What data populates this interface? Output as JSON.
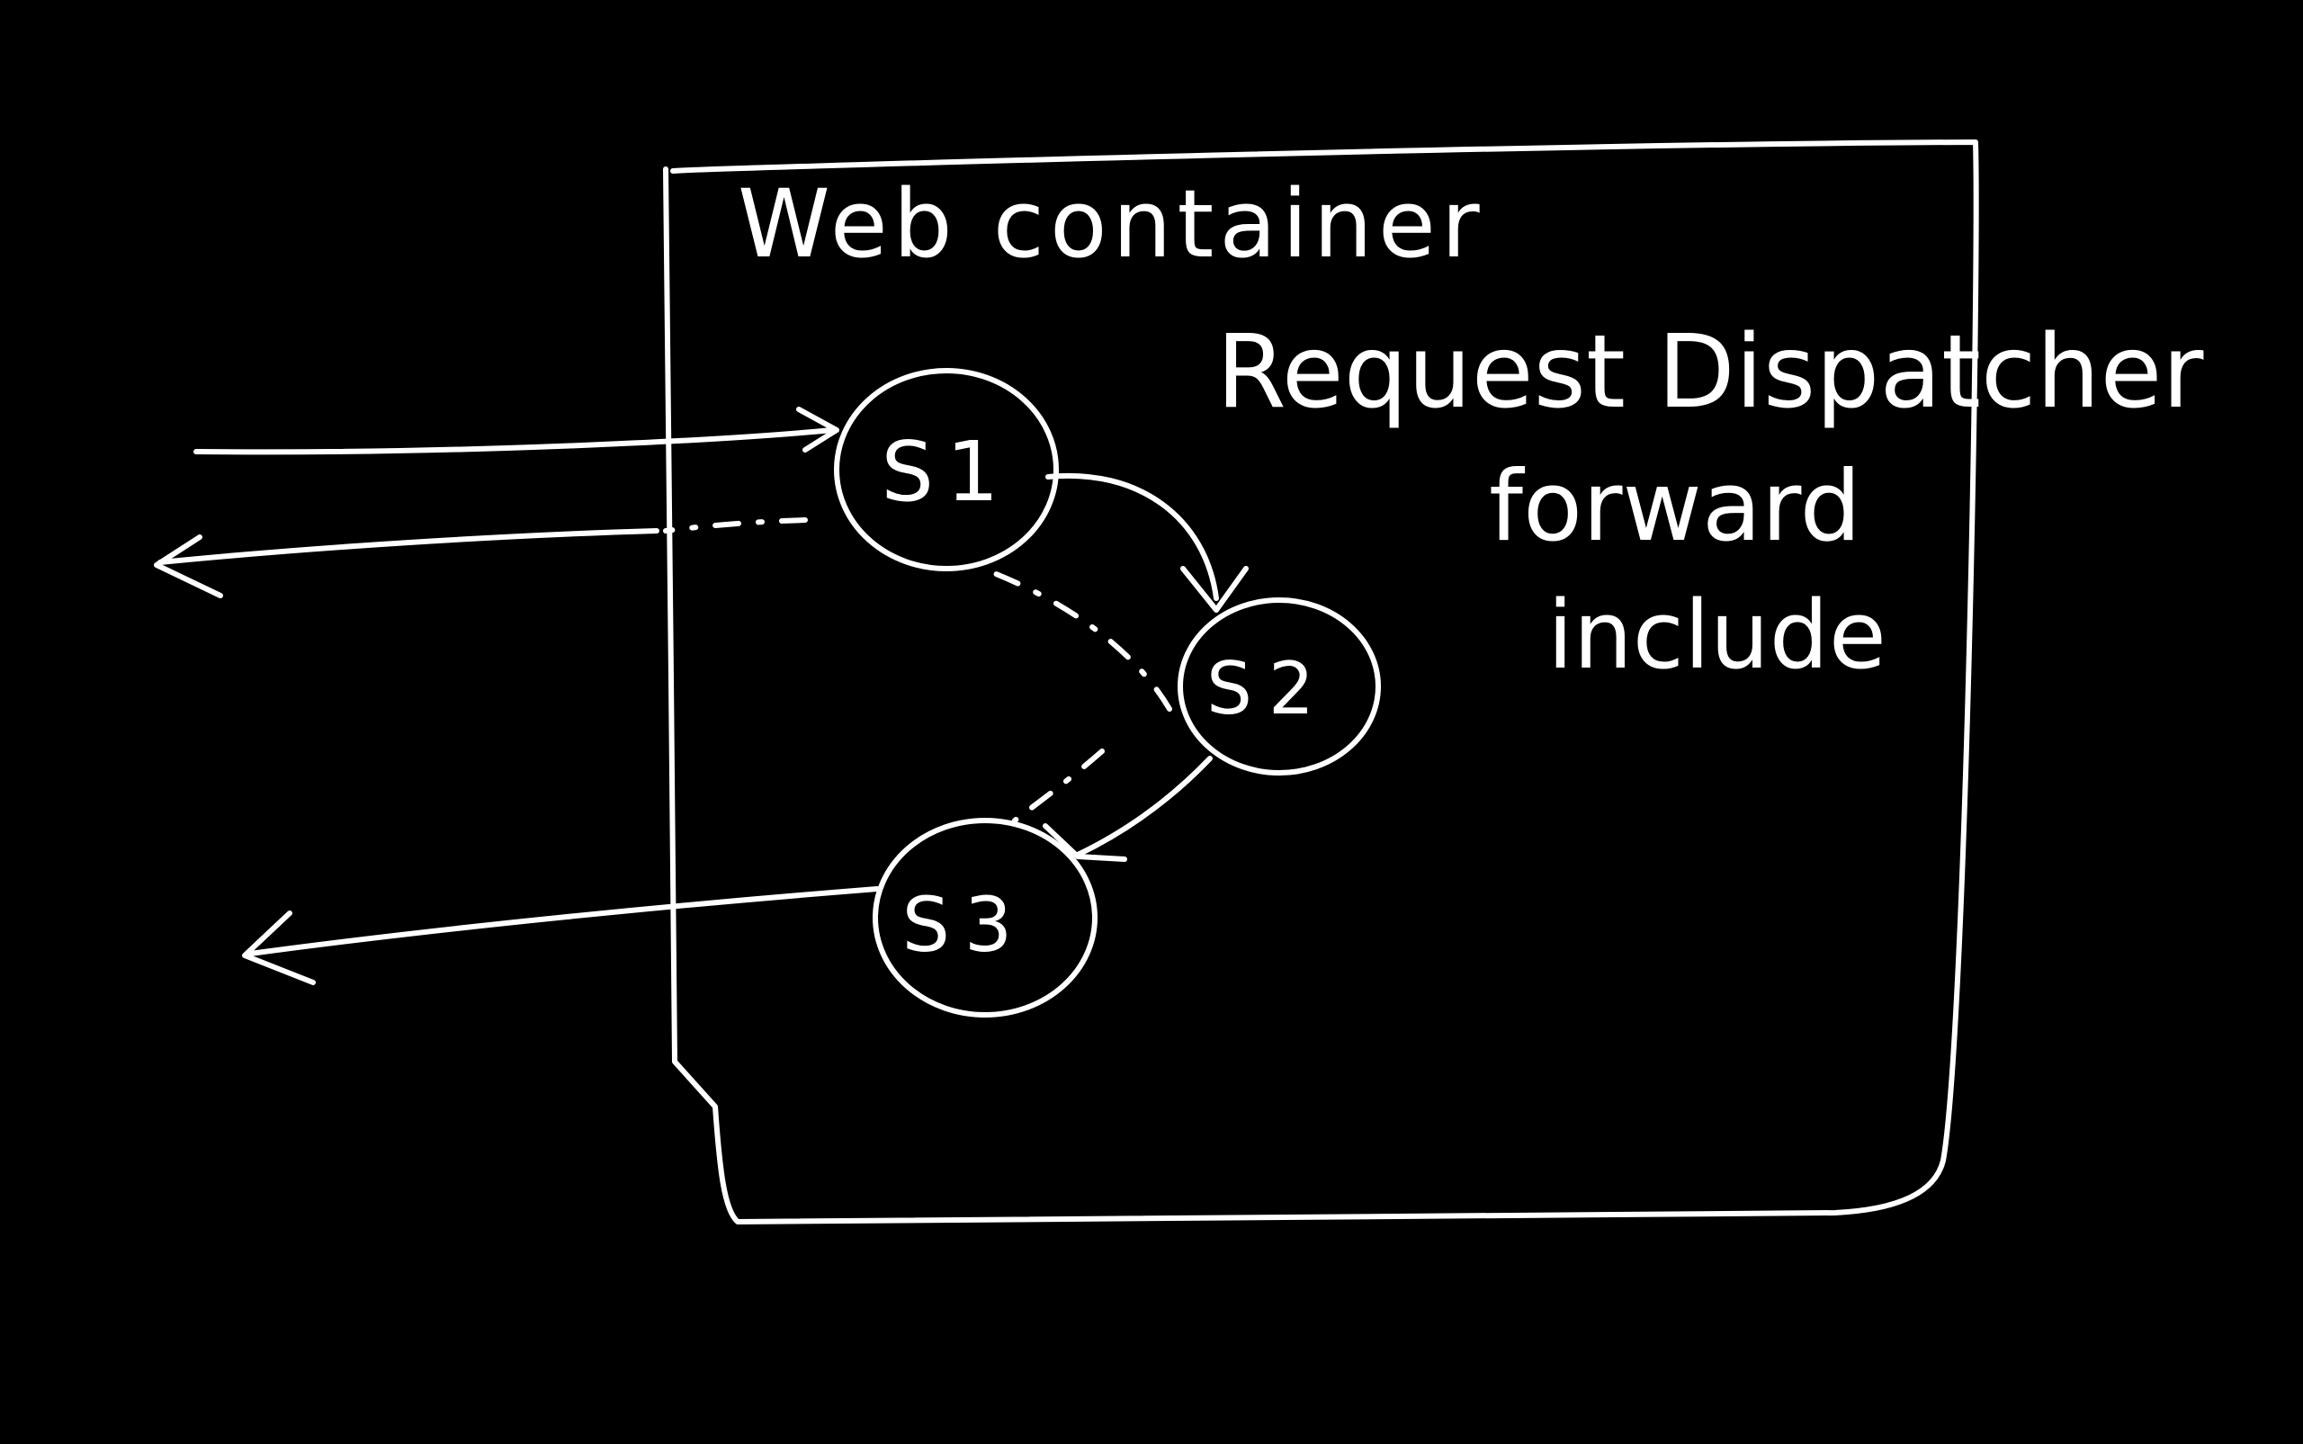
{
  "diagram": {
    "container_label": "Web container",
    "title": "Request Dispatcher",
    "methods": [
      "forward",
      "include"
    ],
    "nodes": [
      {
        "id": "s1",
        "label": "S1"
      },
      {
        "id": "s2",
        "label": "S2"
      },
      {
        "id": "s3",
        "label": "S3"
      }
    ],
    "colors": {
      "background": "#000000",
      "ink": "#ffffff"
    }
  }
}
